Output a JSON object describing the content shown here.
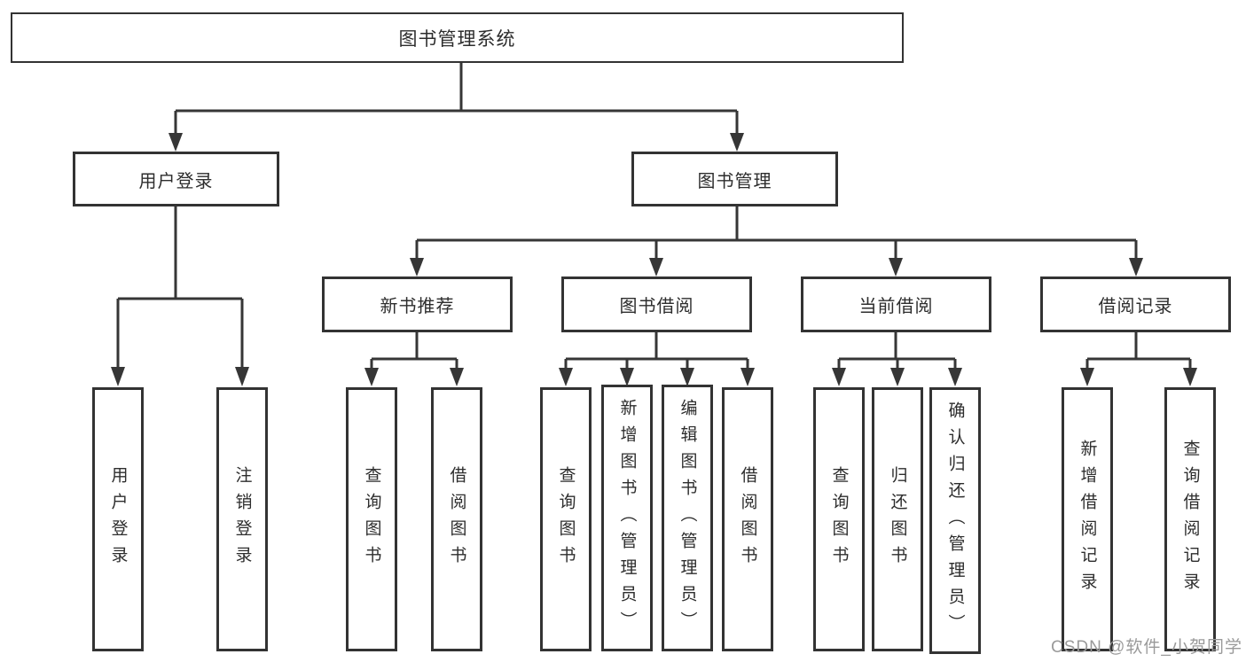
{
  "title": "图书管理系统",
  "watermark": "CSDN @软件_小贺同学",
  "colors": {
    "box_border": "#333333",
    "connector_line": "#363636",
    "text": "#2d2d2d",
    "watermark_text": "#9a9a9a",
    "background": "#ffffff"
  },
  "tree": {
    "root": {
      "label": "图书管理系统"
    },
    "branches": [
      {
        "label": "用户登录",
        "children": [
          {
            "label": "用户登录"
          },
          {
            "label": "注销登录"
          }
        ]
      },
      {
        "label": "图书管理",
        "children": [
          {
            "label": "新书推荐",
            "children": [
              {
                "label": "查询图书"
              },
              {
                "label": "借阅图书"
              }
            ]
          },
          {
            "label": "图书借阅",
            "children": [
              {
                "label": "查询图书"
              },
              {
                "label": "新增图书（管理员）"
              },
              {
                "label": "编辑图书（管理员）"
              },
              {
                "label": "借阅图书"
              }
            ]
          },
          {
            "label": "当前借阅",
            "children": [
              {
                "label": "查询图书"
              },
              {
                "label": "归还图书"
              },
              {
                "label": "确认归还（管理员）"
              }
            ]
          },
          {
            "label": "借阅记录",
            "children": [
              {
                "label": "新增借阅记录"
              },
              {
                "label": "查询借阅记录"
              }
            ]
          }
        ]
      }
    ]
  }
}
